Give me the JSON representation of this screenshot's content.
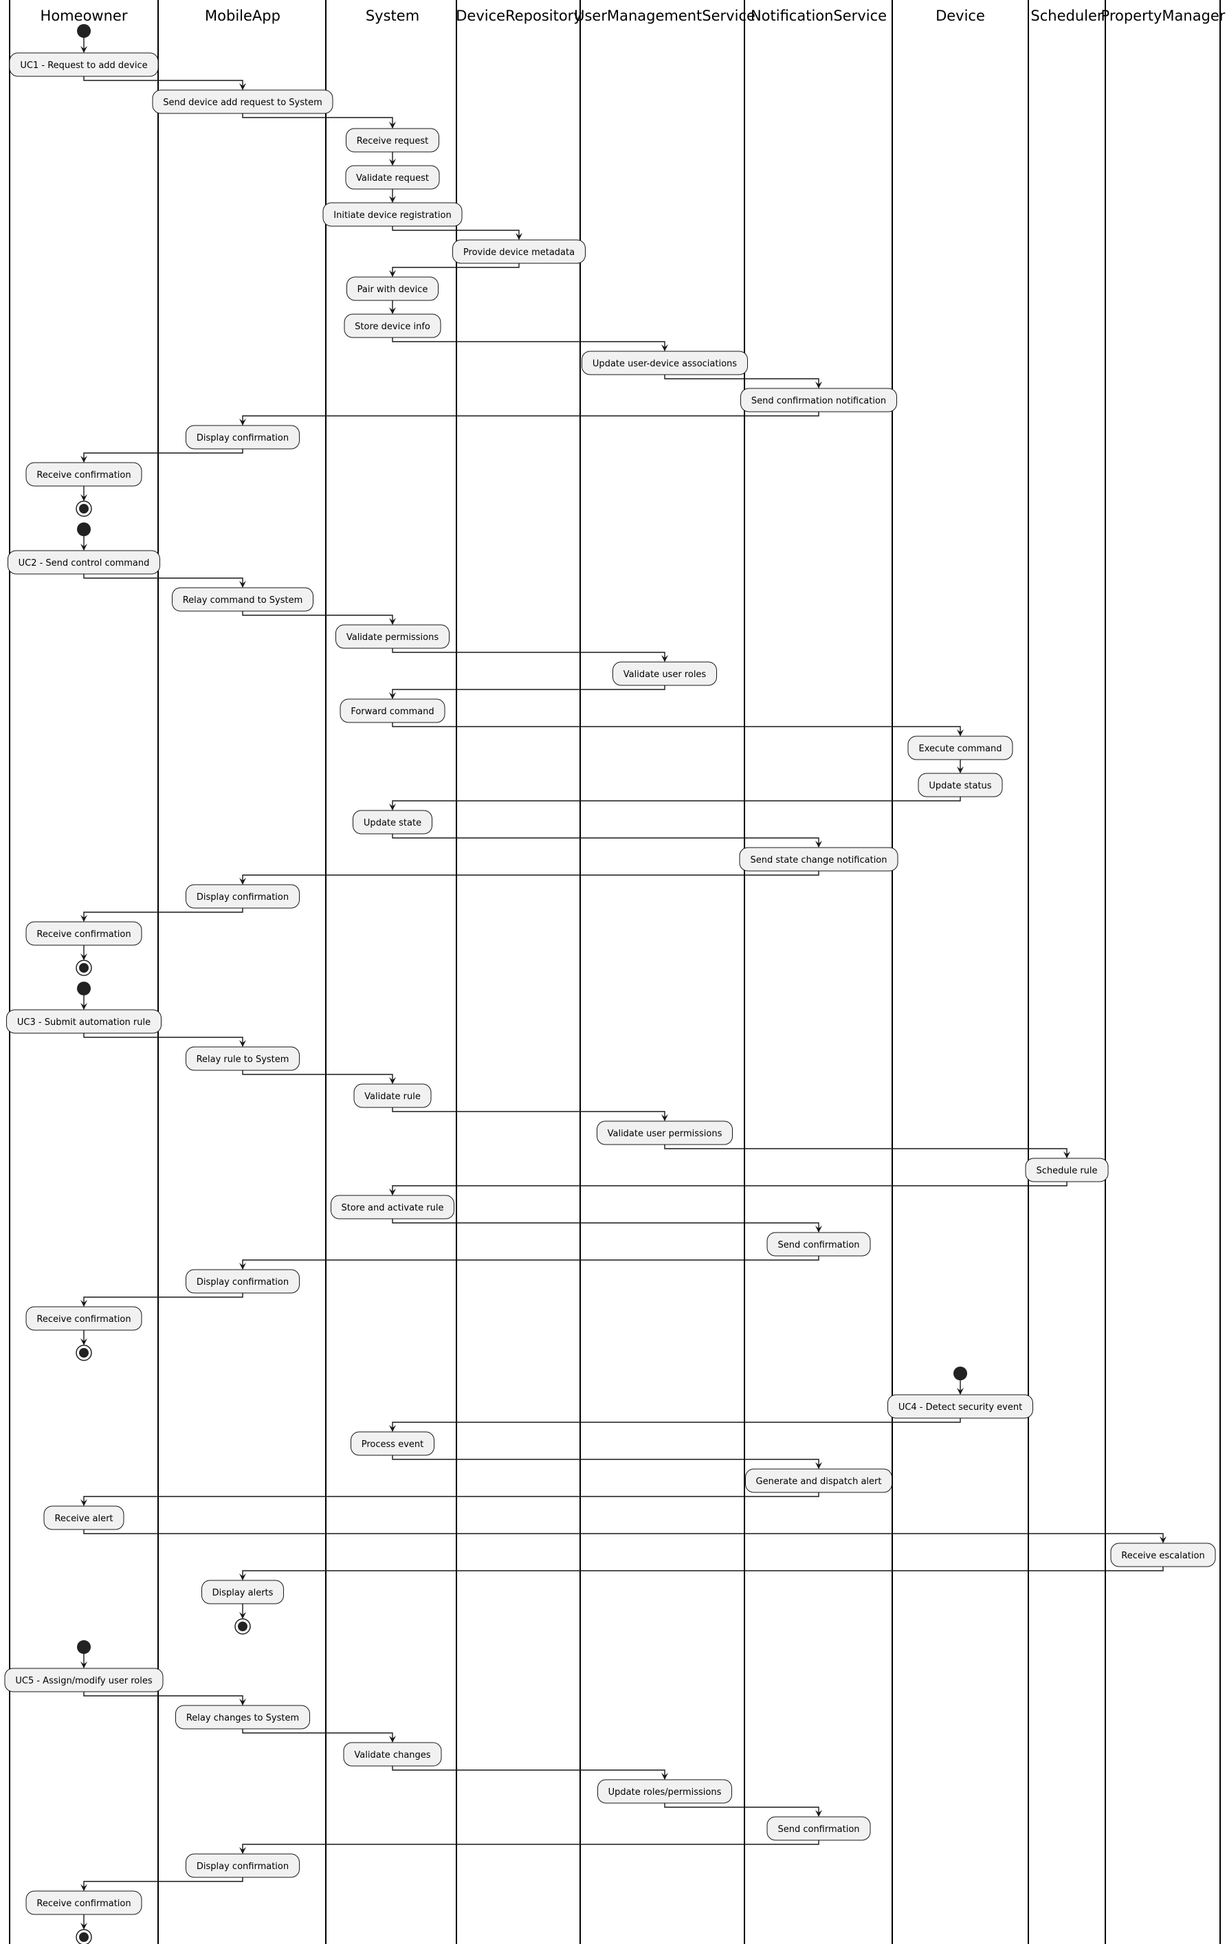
{
  "colors": {
    "background": "#ffffff",
    "activity_fill": "#f1f1f1",
    "activity_border": "#181818",
    "node_fill": "#222222"
  },
  "lanes": [
    {
      "id": "H",
      "title": "Homeowner"
    },
    {
      "id": "M",
      "title": "MobileApp"
    },
    {
      "id": "S",
      "title": "System"
    },
    {
      "id": "D",
      "title": "DeviceRepository"
    },
    {
      "id": "U",
      "title": "UserManagementService"
    },
    {
      "id": "N",
      "title": "NotificationService"
    },
    {
      "id": "V",
      "title": "Device"
    },
    {
      "id": "C",
      "title": "Scheduler"
    },
    {
      "id": "P",
      "title": "PropertyManager"
    }
  ],
  "activities": [
    {
      "id": "a1",
      "lane": "H",
      "text": "UC1 - Request to add device"
    },
    {
      "id": "a2",
      "lane": "M",
      "text": "Send device add request to System"
    },
    {
      "id": "a3",
      "lane": "S",
      "text": "Receive request"
    },
    {
      "id": "a4",
      "lane": "S",
      "text": "Validate request"
    },
    {
      "id": "a5",
      "lane": "S",
      "text": "Initiate device registration"
    },
    {
      "id": "a6",
      "lane": "D",
      "text": "Provide device metadata"
    },
    {
      "id": "a7",
      "lane": "S",
      "text": "Pair with device"
    },
    {
      "id": "a8",
      "lane": "S",
      "text": "Store device info"
    },
    {
      "id": "a9",
      "lane": "U",
      "text": "Update user-device associations"
    },
    {
      "id": "a10",
      "lane": "N",
      "text": "Send confirmation notification"
    },
    {
      "id": "a11",
      "lane": "M",
      "text": "Display confirmation"
    },
    {
      "id": "a12",
      "lane": "H",
      "text": "Receive confirmation"
    },
    {
      "id": "b1",
      "lane": "H",
      "text": "UC2 - Send control command"
    },
    {
      "id": "b2",
      "lane": "M",
      "text": "Relay command to System"
    },
    {
      "id": "b3",
      "lane": "S",
      "text": "Validate permissions"
    },
    {
      "id": "b4",
      "lane": "U",
      "text": "Validate user roles"
    },
    {
      "id": "b5",
      "lane": "S",
      "text": "Forward command"
    },
    {
      "id": "b6",
      "lane": "V",
      "text": "Execute command"
    },
    {
      "id": "b7",
      "lane": "V",
      "text": "Update status"
    },
    {
      "id": "b8",
      "lane": "S",
      "text": "Update state"
    },
    {
      "id": "b9",
      "lane": "N",
      "text": "Send state change notification"
    },
    {
      "id": "b10",
      "lane": "M",
      "text": "Display confirmation"
    },
    {
      "id": "b11",
      "lane": "H",
      "text": "Receive confirmation"
    },
    {
      "id": "c1",
      "lane": "H",
      "text": "UC3 - Submit automation rule"
    },
    {
      "id": "c2",
      "lane": "M",
      "text": "Relay rule to System"
    },
    {
      "id": "c3",
      "lane": "S",
      "text": "Validate rule"
    },
    {
      "id": "c4",
      "lane": "U",
      "text": "Validate user permissions"
    },
    {
      "id": "c5",
      "lane": "C",
      "text": "Schedule rule"
    },
    {
      "id": "c6",
      "lane": "S",
      "text": "Store and activate rule"
    },
    {
      "id": "c7",
      "lane": "N",
      "text": "Send confirmation"
    },
    {
      "id": "c8",
      "lane": "M",
      "text": "Display confirmation"
    },
    {
      "id": "c9",
      "lane": "H",
      "text": "Receive confirmation"
    },
    {
      "id": "d1",
      "lane": "V",
      "text": "UC4 - Detect security event"
    },
    {
      "id": "d2",
      "lane": "S",
      "text": "Process event"
    },
    {
      "id": "d3",
      "lane": "N",
      "text": "Generate and dispatch alert"
    },
    {
      "id": "d4",
      "lane": "H",
      "text": "Receive alert"
    },
    {
      "id": "d5",
      "lane": "P",
      "text": "Receive escalation"
    },
    {
      "id": "d6",
      "lane": "M",
      "text": "Display alerts"
    },
    {
      "id": "e1",
      "lane": "H",
      "text": "UC5 - Assign/modify user roles"
    },
    {
      "id": "e2",
      "lane": "M",
      "text": "Relay changes to System"
    },
    {
      "id": "e3",
      "lane": "S",
      "text": "Validate changes"
    },
    {
      "id": "e4",
      "lane": "U",
      "text": "Update roles/permissions"
    },
    {
      "id": "e5",
      "lane": "N",
      "text": "Send confirmation"
    },
    {
      "id": "e6",
      "lane": "M",
      "text": "Display confirmation"
    },
    {
      "id": "e7",
      "lane": "H",
      "text": "Receive confirmation"
    }
  ],
  "flows": [
    [
      "start:1",
      "a1",
      "a2",
      "a3",
      "a4",
      "a5",
      "a6",
      "a7",
      "a8",
      "a9",
      "a10",
      "a11",
      "a12",
      "end:1"
    ],
    [
      "start:2",
      "b1",
      "b2",
      "b3",
      "b4",
      "b5",
      "b6",
      "b7",
      "b8",
      "b9",
      "b10",
      "b11",
      "end:2"
    ],
    [
      "start:3",
      "c1",
      "c2",
      "c3",
      "c4",
      "c5",
      "c6",
      "c7",
      "c8",
      "c9",
      "end:3"
    ],
    [
      "start:4",
      "d1",
      "d2",
      "d3",
      "d4",
      "d5",
      "d6",
      "end:4"
    ],
    [
      "start:5",
      "e1",
      "e2",
      "e3",
      "e4",
      "e5",
      "e6",
      "e7",
      "end:5"
    ]
  ]
}
